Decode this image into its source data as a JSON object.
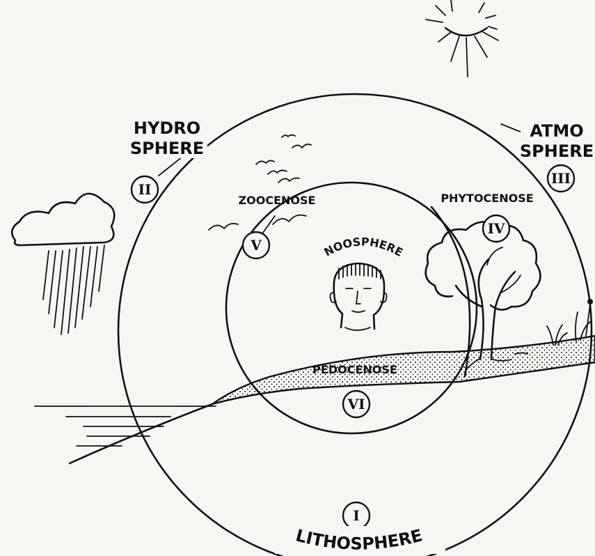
{
  "labels": {
    "hydro_line1": "HYDRO",
    "hydro_line2": "SPHERE",
    "atmo_line1": "ATMO",
    "atmo_line2": "SPHERE",
    "zoocenose": "ZOOCENOSE",
    "phytocenose": "PHYTOCENOSE",
    "noosphere": "NOOSPHERE",
    "pedocenose": "PEDOCENOSE",
    "lithosphere": "LITHOSPHERE"
  },
  "numerals": {
    "i": "I",
    "ii": "II",
    "iii": "III",
    "iv": "IV",
    "v": "V",
    "vi": "VI"
  },
  "icons": [
    "sun-icon",
    "cloud-rain-icon",
    "birds-icon",
    "tree-icon",
    "human-head-icon",
    "water-waves-icon",
    "grass-icon",
    "flower-icon"
  ]
}
